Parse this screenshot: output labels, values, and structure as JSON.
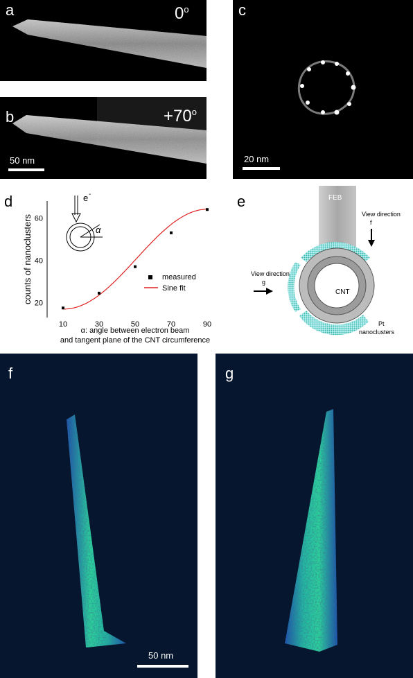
{
  "panels": {
    "a": {
      "label": "a",
      "angle": "0",
      "degree_symbol": "o"
    },
    "b": {
      "label": "b",
      "angle": "+70",
      "degree_symbol": "o",
      "scale": "50 nm"
    },
    "c": {
      "label": "c",
      "scale": "20 nm"
    },
    "d": {
      "label": "d"
    },
    "e": {
      "label": "e",
      "feb": "FEB",
      "view_f_line1": "View direction",
      "view_f_line2": "f",
      "view_g_line1": "View direction",
      "view_g_line2": "g",
      "cnt": "CNT",
      "pt_line1": "Pt",
      "pt_line2": "nanoclusters"
    },
    "f": {
      "label": "f",
      "scale": "50 nm"
    },
    "g": {
      "label": "g"
    }
  },
  "chart_data": {
    "type": "scatter",
    "ylabel": "counts of nanoclusters",
    "xlabel_line1": "α: angle between electron beam",
    "xlabel_line2": "and tangent plane of the CNT circumference",
    "x_ticks": [
      "10",
      "30",
      "50",
      "70",
      "90"
    ],
    "y_ticks": [
      "20",
      "40",
      "60"
    ],
    "xlim": [
      5,
      95
    ],
    "ylim": [
      13,
      68
    ],
    "inset_beam_label": "e",
    "inset_beam_sup": "-",
    "inset_angle_label": "α",
    "series": [
      {
        "name": "measured",
        "x": [
          10,
          30,
          50,
          70,
          90
        ],
        "y": [
          17.5,
          24.5,
          37,
          53,
          64
        ]
      }
    ],
    "fit": {
      "name": "Sine fit",
      "color": "#e02020",
      "A": 23.6,
      "B": 40.6,
      "xc": 50.5,
      "w": 80
    },
    "marker_color": "#000000"
  }
}
